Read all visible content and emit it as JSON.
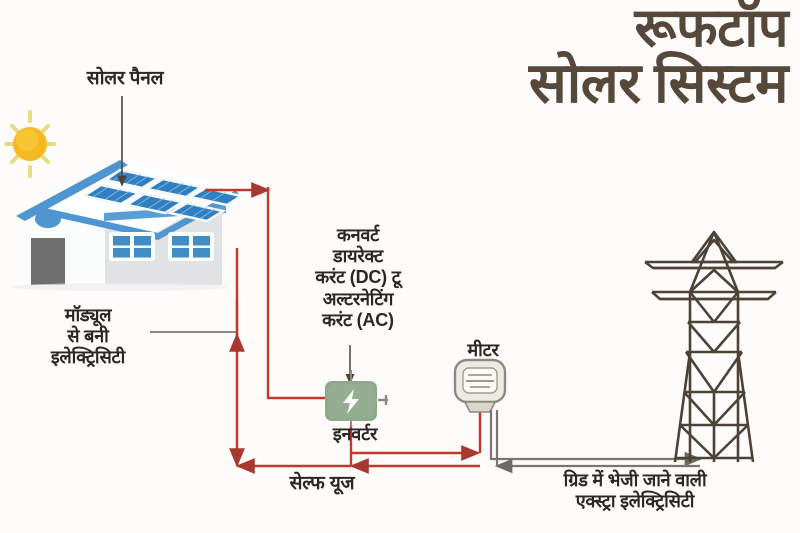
{
  "title": {
    "line1": "रूफटॉप",
    "line2": "सोलर सिस्टम"
  },
  "labels": {
    "solar_panel": "सोलर पैनल",
    "module_electricity": "मॉड्यूल\nसे बनी\nइलेक्ट्रिसिटी",
    "convert": "कनवर्ट\nडायरेक्ट\nकरंट (DC) टू\nअल्टरनेटिंग\nकरंट (AC)",
    "inverter": "इनवर्टर",
    "meter": "मीटर",
    "self_use": "सेल्फ यूज",
    "grid_extra": "ग्रिड में भेजी जाने वाली\nएक्स्ट्रा इलेक्ट्रिसिटी"
  },
  "icons": {
    "sun": "sun-icon",
    "house": "house-with-solar-panels-icon",
    "inverter": "inverter-box-icon",
    "inverter_glyph": "lightning-bolt-icon",
    "meter": "electricity-meter-icon",
    "pylon": "transmission-tower-icon"
  },
  "colors": {
    "background": "#fdfcfa",
    "title_brown": "#56483a",
    "text_dark": "#2b2723",
    "wire_red": "#c0392b",
    "wire_grey": "#7a7570",
    "leader_grey": "#6b645d",
    "roof_blue": "#4f95cf",
    "panel_blue": "#2f7fc1",
    "house_wall": "#e0e2e3",
    "house_white": "#fbfcfc",
    "door_grey": "#6e6e6e",
    "sun_yellow": "#f5b921",
    "sun_ray": "#e8dc7a",
    "inverter_green": "#8fa98b",
    "meter_body": "#eceae3",
    "meter_outline": "#8d8a80",
    "pylon_brown": "#4d4237"
  }
}
